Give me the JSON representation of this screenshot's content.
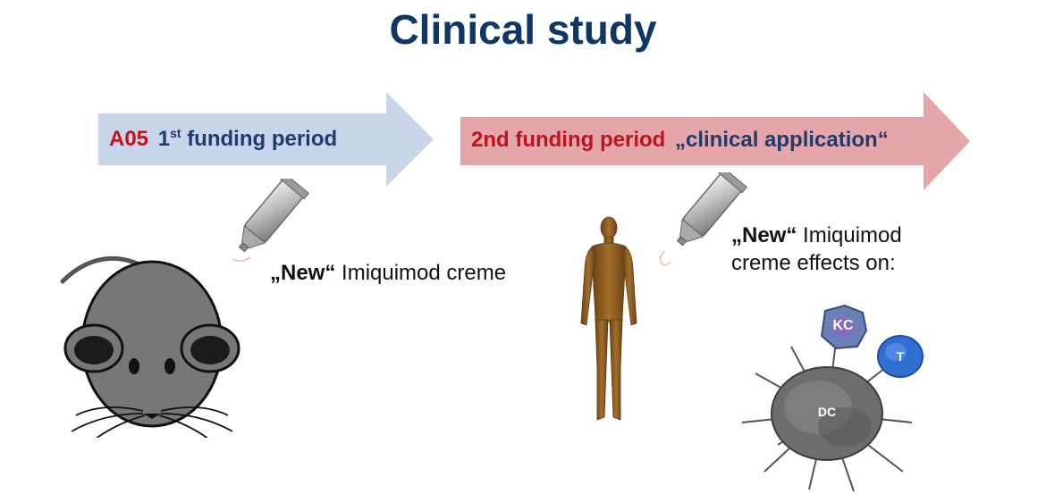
{
  "title": "Clinical study",
  "arrow1": {
    "code": "A05",
    "ordinal": "1",
    "ordinal_suffix": "st",
    "label": "funding period",
    "color": "#c7d6ea"
  },
  "arrow2": {
    "label_red": "2nd funding period",
    "label_navy": "„clinical application“",
    "color": "#e4a6a8"
  },
  "mouse_note": {
    "bold": "„New“",
    "rest": " Imiquimod creme"
  },
  "human_note": {
    "bold": "„New“",
    "line1_rest": " Imiquimod",
    "line2": "creme effects on:"
  },
  "cells": {
    "kc": "KC",
    "t": "T",
    "dc": "DC"
  },
  "colors": {
    "title": "#0e3766",
    "red": "#c0111f",
    "navy": "#1f3b6b",
    "mouse": "#777777",
    "human": "#8a5a22",
    "t_cell": "#2f6fd1",
    "kc_cell": "#6a7fb8",
    "dc_cell": "#6d6d6d"
  }
}
